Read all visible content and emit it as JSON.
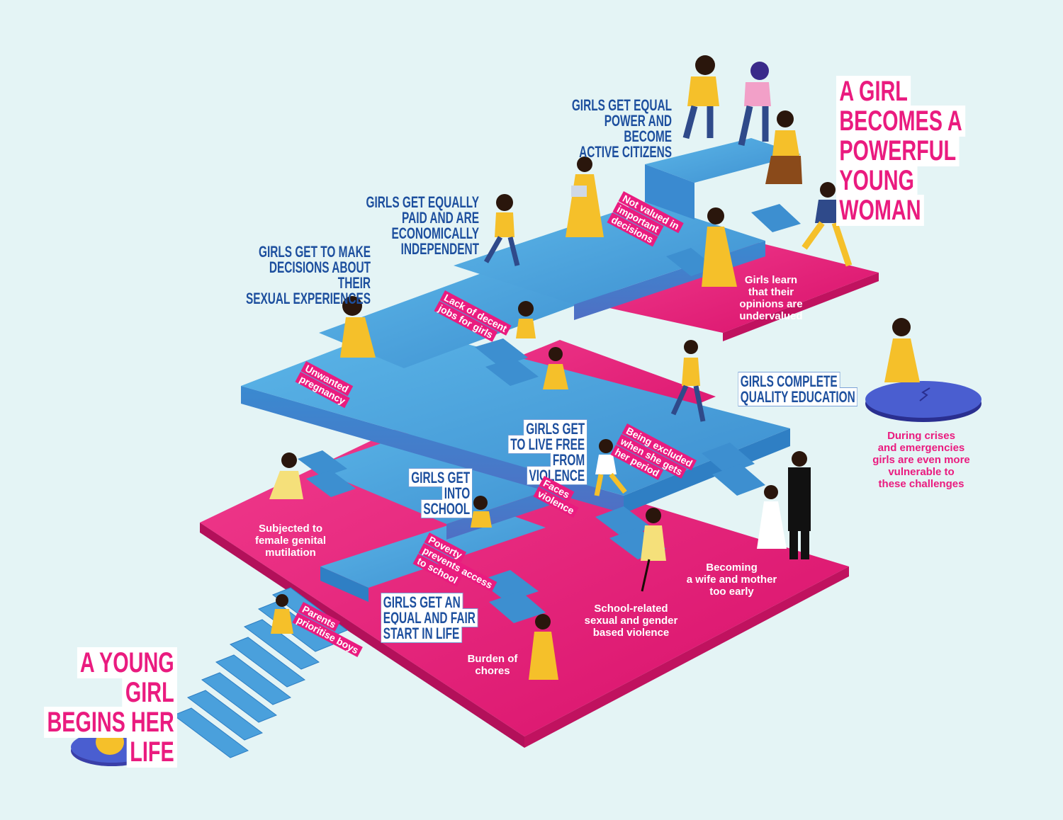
{
  "headlines": {
    "end": "A GIRL\nBECOMES A\nPOWERFUL\nYOUNG WOMAN",
    "start": "A YOUNG GIRL\nBEGINS HER LIFE"
  },
  "milestones": {
    "equal_start": "GIRLS GET AN\nEQUAL AND FAIR\nSTART IN LIFE",
    "into_school": "GIRLS GET\nINTO SCHOOL",
    "free_from_violence": "GIRLS GET\nTO LIVE FREE\nFROM VIOLENCE",
    "quality_education": "GIRLS COMPLETE\nQUALITY EDUCATION",
    "sexual_decisions": "GIRLS GET TO MAKE\nDECISIONS ABOUT THEIR\nSEXUAL EXPERIENCES",
    "equally_paid": "GIRLS GET EQUALLY\nPAID AND ARE\nECONOMICALLY\nINDEPENDENT",
    "equal_power": "GIRLS GET EQUAL\nPOWER AND BECOME\nACTIVE CITIZENS"
  },
  "barriers": {
    "parents_prioritise_boys": "Parents\nprioritise boys",
    "poverty": "Poverty\nprevents access\nto school",
    "faces_violence": "Faces\nviolence",
    "excluded_period": "Being excluded\nwhen she gets\nher period",
    "unwanted_pregnancy": "Unwanted\npregnancy",
    "lack_of_jobs": "Lack of decent\njobs for girls",
    "not_valued": "Not valued in\nimportant\ndecisions"
  },
  "challenges": {
    "fgm": "Subjected to\nfemale genital\nmutilation",
    "burden_of_chores": "Burden of\nchores",
    "school_violence": "School-related\nsexual and gender\nbased violence",
    "wife_mother": "Becoming\na wife and mother\ntoo early",
    "opinions_undervalued": "Girls learn\nthat their\nopinions are\nundervalued"
  },
  "crisis_note": "During crises\nand emergencies\ngirls are even more\nvulnerable to\nthese challenges",
  "colors": {
    "background": "#e4f4f5",
    "walkway_top": "#4aa3dc",
    "walkway_side": "#2f7fc4",
    "floor": "#e0166f",
    "floor_side": "#b3105a",
    "headline": "#ea1b7f",
    "milestone": "#1d4f9e",
    "figure_dress": "#f5c02a",
    "skin": "#4a2a1a",
    "platform": "#3a3fa8"
  }
}
